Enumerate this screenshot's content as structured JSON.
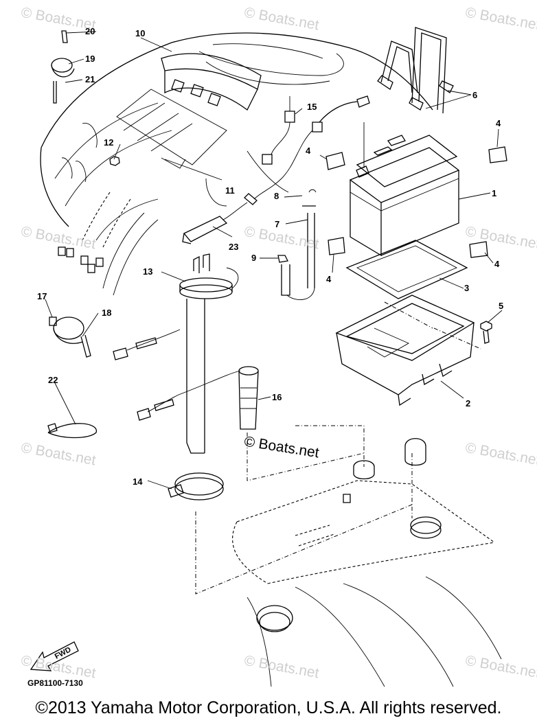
{
  "watermarks": [
    "© Boats.net",
    "© Boats.net",
    "© Boats.net",
    "© Boats.net",
    "© Boats.net",
    "© Boats.net",
    "© Boats.net",
    "© Boats.net",
    "© Boats.net",
    "© Boats.net",
    "© Boats.net"
  ],
  "center_watermark": "© Boats.net",
  "fwd_label": "FWD",
  "figure_code": "GP81100-7130",
  "copyright": "©2013 Yamaha Motor Corporation, U.S.A. All rights reserved.",
  "callouts": [
    "1",
    "2",
    "3",
    "4",
    "4",
    "4",
    "4",
    "5",
    "6",
    "7",
    "8",
    "9",
    "10",
    "11",
    "12",
    "13",
    "14",
    "15",
    "16",
    "17",
    "18",
    "19",
    "20",
    "21",
    "22",
    "23"
  ]
}
